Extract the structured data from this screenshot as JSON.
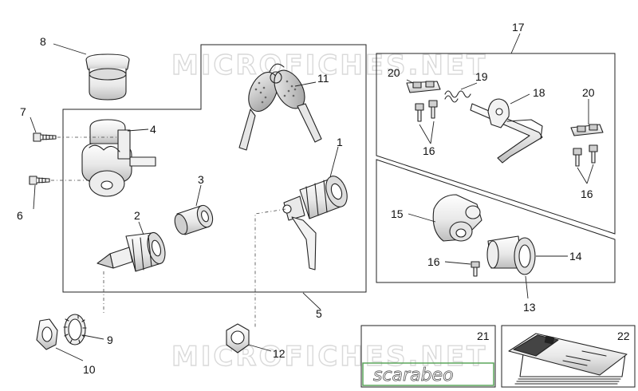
{
  "watermark": {
    "top": "MICROFICHES.NET",
    "bottom": "MICROFICHES.NET"
  },
  "brand_logo_text": "scarabeo",
  "callouts": {
    "c1": "1",
    "c2": "2",
    "c3": "3",
    "c4": "4",
    "c5": "5",
    "c6": "6",
    "c7": "7",
    "c8": "8",
    "c9": "9",
    "c10": "10",
    "c11": "11",
    "c12": "12",
    "c13": "13",
    "c14": "14",
    "c15": "15",
    "c16a": "16",
    "c16b": "16",
    "c16c": "16",
    "c17": "17",
    "c18": "18",
    "c19": "19",
    "c20a": "20",
    "c20b": "20",
    "c21": "21",
    "c22": "22"
  },
  "colors": {
    "line": "#222222",
    "logo_green": "#5aa55a",
    "watermark": "#d9d9d9"
  }
}
